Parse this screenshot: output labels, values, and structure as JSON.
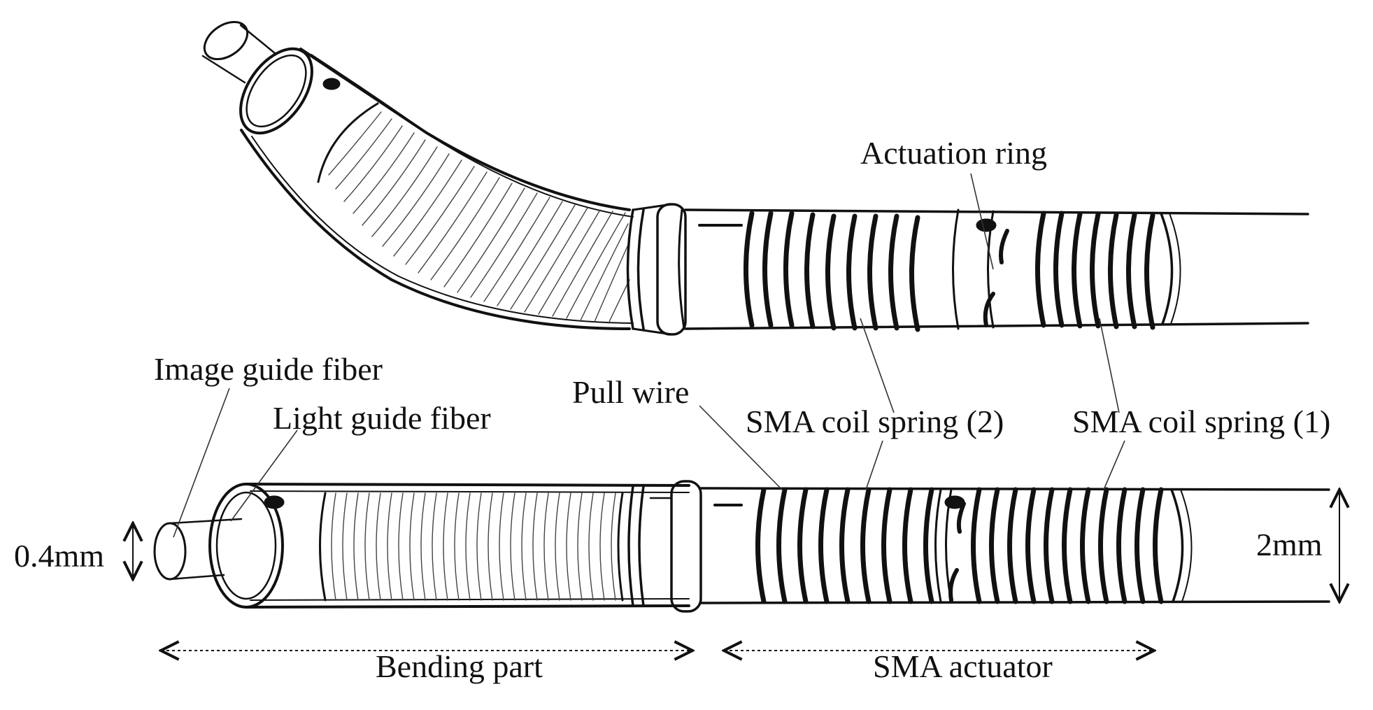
{
  "labels": {
    "actuation_ring": "Actuation ring",
    "image_guide_fiber": "Image guide fiber",
    "light_guide_fiber": "Light guide fiber",
    "pull_wire": "Pull wire",
    "sma_coil_spring_2": "SMA coil spring (2)",
    "sma_coil_spring_1": "SMA coil spring (1)",
    "dim_0_4mm": "0.4mm",
    "dim_2mm": "2mm",
    "bending_part": "Bending part",
    "sma_actuator": "SMA actuator"
  },
  "colors": {
    "ink": "#111111",
    "background": "#ffffff"
  }
}
